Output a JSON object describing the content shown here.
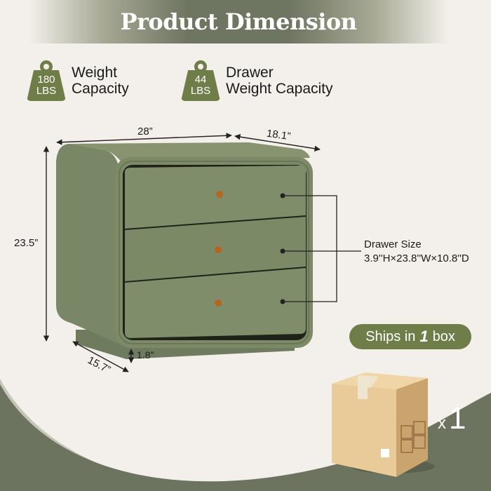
{
  "header": {
    "title": "Product Dimension"
  },
  "specs": [
    {
      "value": "180",
      "unit": "LBS",
      "label_line1": "Weight",
      "label_line2": "Capacity",
      "icon": "weight-icon"
    },
    {
      "value": "44",
      "unit": "LBS",
      "label_line1": "Drawer",
      "label_line2": "Weight Capacity",
      "icon": "weight-icon"
    }
  ],
  "dimensions": {
    "width": "28”",
    "depth_top": "18.1”",
    "height": "23.5”",
    "base_depth": "15.7”",
    "base_height": "1.8”"
  },
  "drawer": {
    "label": "Drawer Size",
    "size": "3.9''H×23.8''W×10.8''D",
    "count": 3
  },
  "shipping": {
    "prefix": "Ships in",
    "count": "1",
    "suffix": "box",
    "qty_prefix": "x",
    "qty": "1"
  },
  "colors": {
    "accent_green": "#6f7d48",
    "background": "#f3f0eb",
    "band_dark": "#6e7560",
    "furniture_green": "#7c8c6a",
    "knob": "#b5651d"
  }
}
